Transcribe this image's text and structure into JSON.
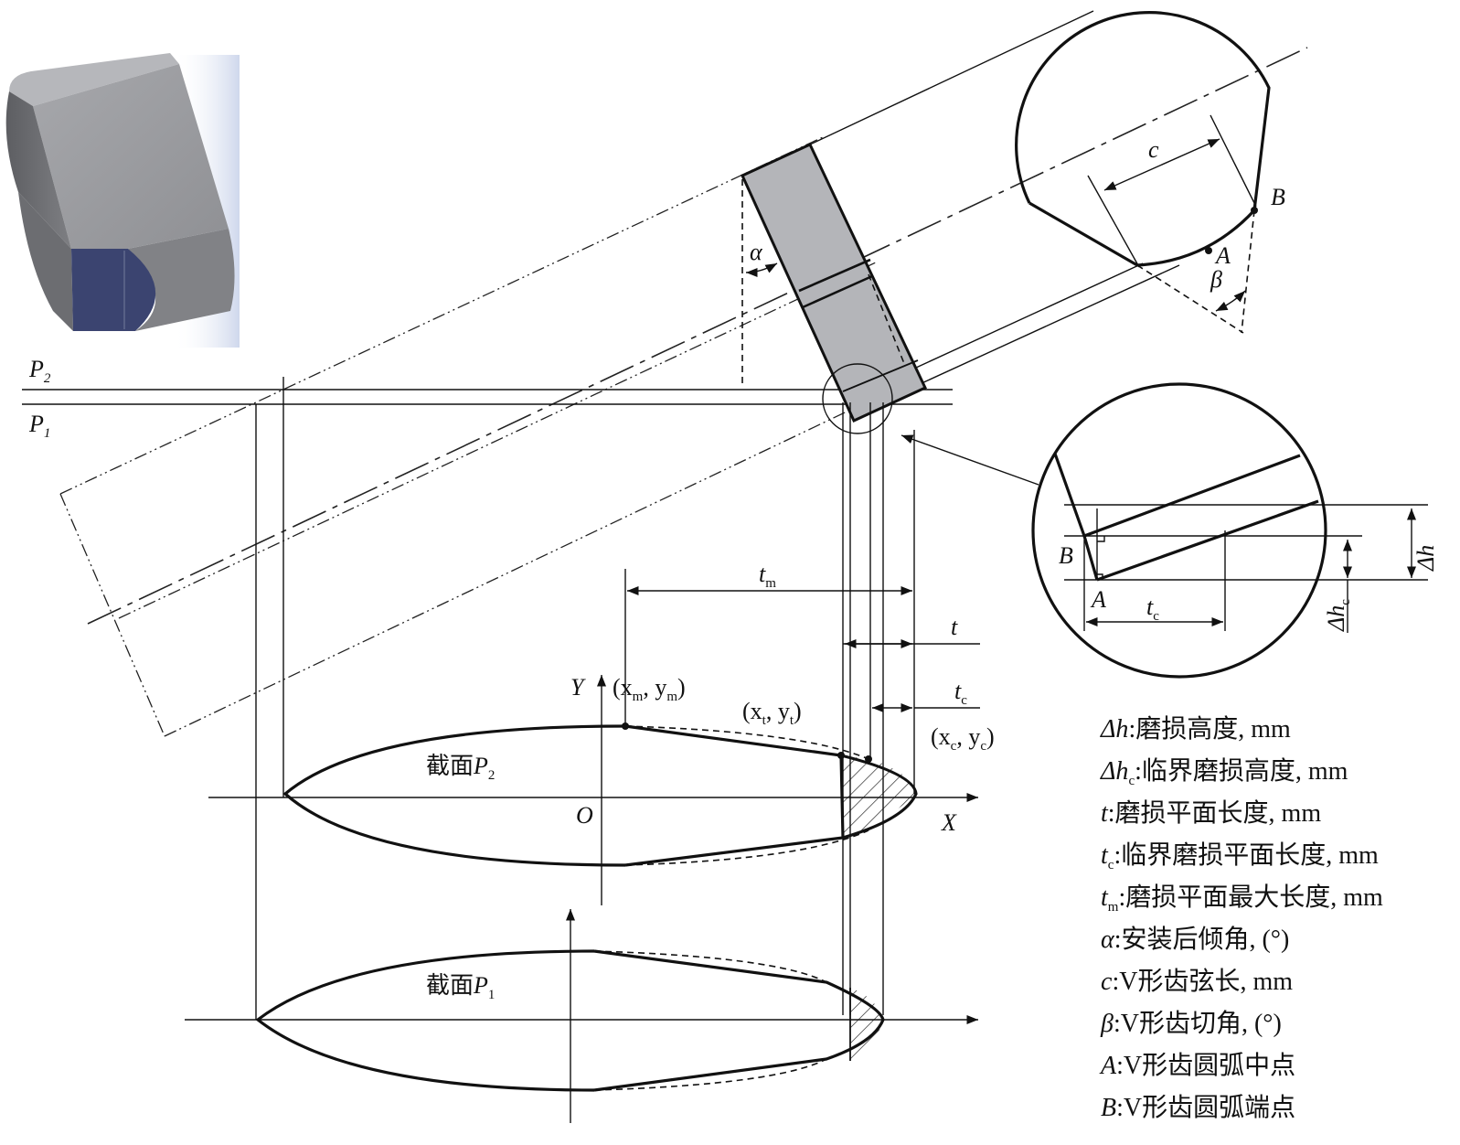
{
  "labels": {
    "P2": "P",
    "P2_sub": "2",
    "P1": "P",
    "P1_sub": "1",
    "alpha": "α",
    "c": "c",
    "B": "B",
    "A": "A",
    "beta": "β",
    "tm": "t",
    "tm_sub": "m",
    "t": "t",
    "tc": "t",
    "tc_sub": "c",
    "Y": "Y",
    "X": "X",
    "O": "O",
    "pt_m_open": "(x",
    "pt_m_x_sub": "m",
    "pt_m_mid": ", y",
    "pt_m_y_sub": "m",
    "pt_m_close": ")",
    "pt_t_open": "(x",
    "pt_t_x_sub": "t",
    "pt_t_mid": ", y",
    "pt_t_y_sub": "t",
    "pt_t_close": ")",
    "pt_c_open": "(x",
    "pt_c_x_sub": "c",
    "pt_c_mid": ", y",
    "pt_c_y_sub": "c",
    "pt_c_close": ")",
    "section_p2": "截面",
    "section_p2_var": "P",
    "section_p2_sub": "2",
    "section_p1": "截面",
    "section_p1_var": "P",
    "section_p1_sub": "1",
    "detail_B": "B",
    "detail_A": "A",
    "detail_tc": "t",
    "detail_tc_sub": "c",
    "detail_dh": "Δh",
    "detail_dhc": "Δh",
    "detail_dhc_sub": "c"
  },
  "legend": [
    {
      "sym": "Δh",
      "sub": "",
      "text": ":磨损高度, mm"
    },
    {
      "sym": "Δh",
      "sub": "c",
      "text": ":临界磨损高度, mm"
    },
    {
      "sym": "t",
      "sub": "",
      "text": ":磨损平面长度, mm"
    },
    {
      "sym": "t",
      "sub": "c",
      "text": ":临界磨损平面长度, mm"
    },
    {
      "sym": "t",
      "sub": "m",
      "text": ":磨损平面最大长度, mm"
    },
    {
      "sym": "α",
      "sub": "",
      "text": ":安装后倾角, (°)"
    },
    {
      "sym": "c",
      "sub": "",
      "text": ":V形齿弦长, mm"
    },
    {
      "sym": "β",
      "sub": "",
      "text": ":V形齿切角, (°)"
    },
    {
      "sym": "A",
      "sub": "",
      "text": ":V形齿圆弧中点"
    },
    {
      "sym": "B",
      "sub": "",
      "text": ":V形齿圆弧端点"
    }
  ],
  "colors": {
    "line": "#111111",
    "tooth_fill": "#b4b5b9",
    "model_face_dark": "#3b4470",
    "model_gray": "#8a8b8f"
  }
}
